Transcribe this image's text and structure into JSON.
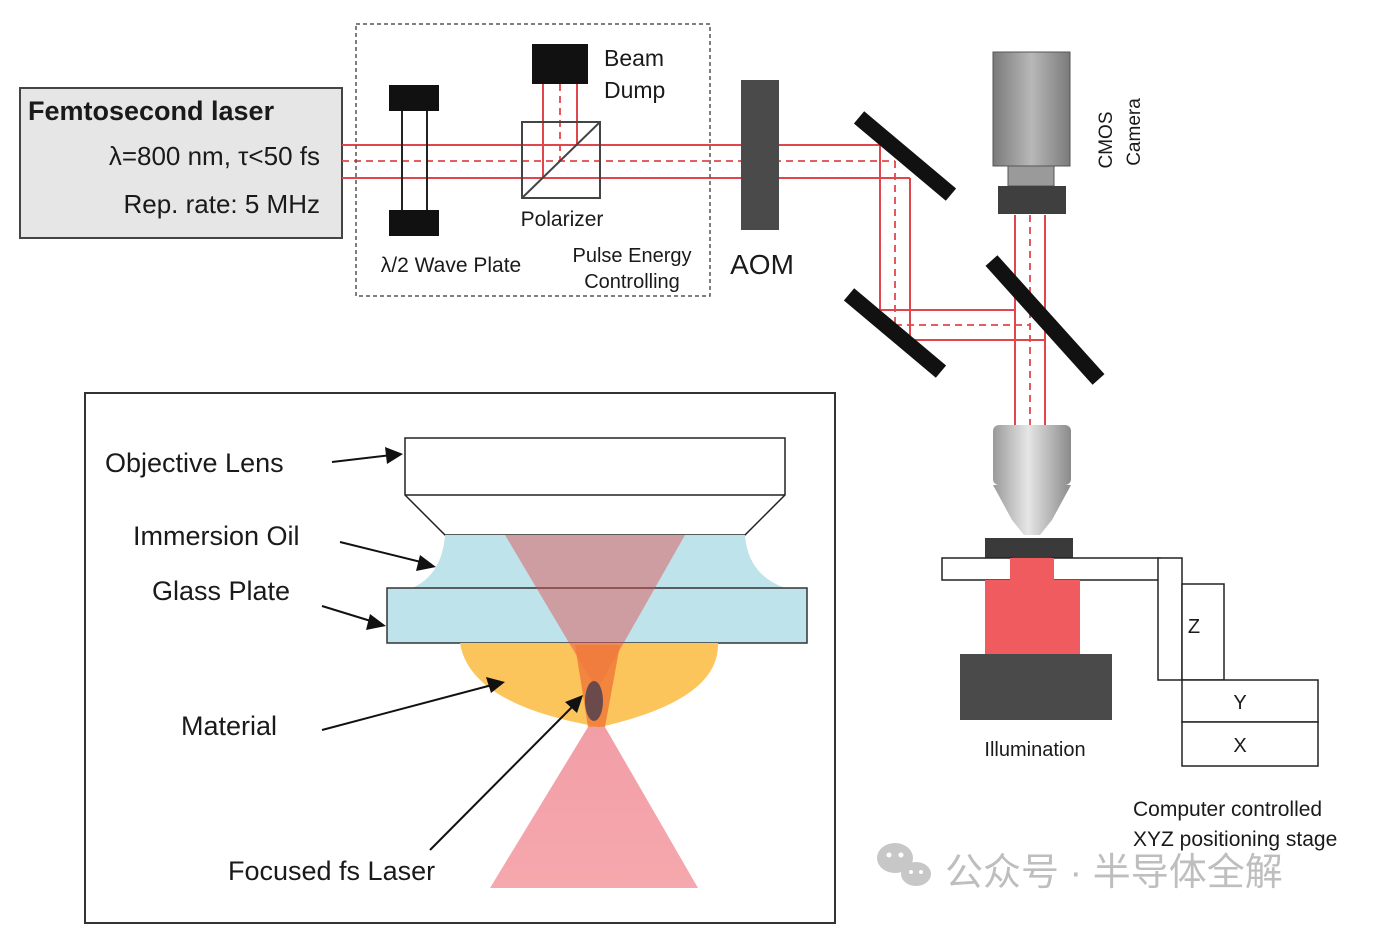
{
  "laser_box": {
    "title": "Femtosecond laser",
    "spec_line": "λ=800 nm, τ<50 fs",
    "rate_line": "Rep. rate: 5 MHz"
  },
  "components": {
    "waveplate": "λ/2 Wave Plate",
    "polarizer": "Polarizer",
    "beam_dump_line1": "Beam",
    "beam_dump_line2": "Dump",
    "pulse_energy_line1": "Pulse Energy",
    "pulse_energy_line2": "Controlling",
    "aom": "AOM",
    "camera_line1": "CMOS",
    "camera_line2": "Camera",
    "illumination": "Illumination",
    "stage_z": "Z",
    "stage_y": "Y",
    "stage_x": "X",
    "stage_line1": "Computer controlled",
    "stage_line2": "XYZ positioning stage"
  },
  "inset": {
    "objective_lens": "Objective Lens",
    "immersion_oil": "Immersion Oil",
    "glass_plate": "Glass Plate",
    "material": "Material",
    "focused_laser": "Focused fs Laser"
  },
  "watermark": {
    "text": "公众号 · 半导体全解"
  },
  "colors": {
    "laser_red": "#e0474c",
    "oil_blue": "#bfe3ea",
    "material_orange": "#fcc55c",
    "illumination_red": "#ef5b5f",
    "beam_pink": "#f3a0a6",
    "dark_gray": "#4a4a4a"
  }
}
